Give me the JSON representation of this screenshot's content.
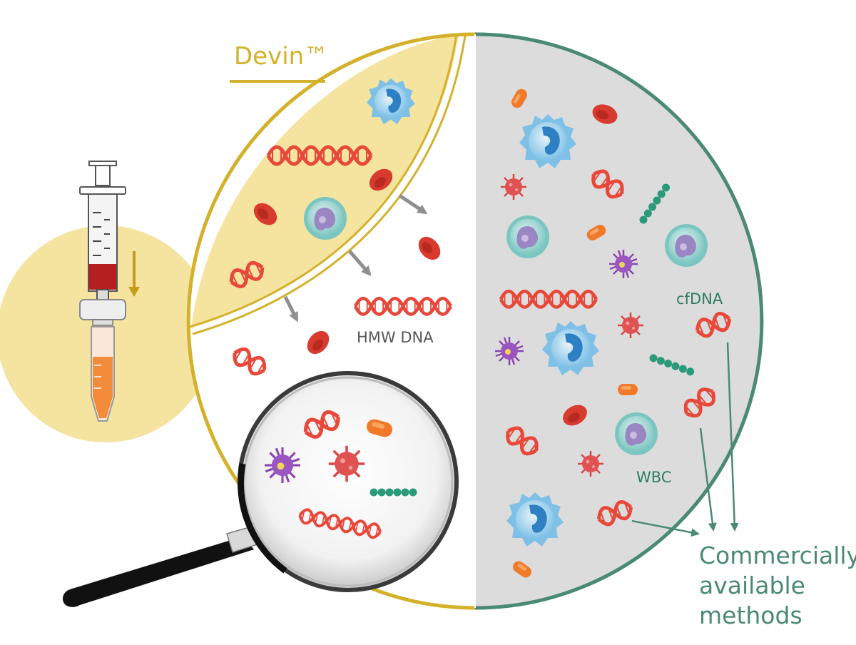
{
  "brand": {
    "name": "Devin™"
  },
  "labels": {
    "hmw_dna": "HMW DNA",
    "cfdna": "cfDNA",
    "wbc": "WBC",
    "commercial_line1": "Commercially",
    "commercial_line2": "available",
    "commercial_line3": "methods"
  },
  "colors": {
    "devin_gold": "#d4b12a",
    "devin_fill": "#f5e3a0",
    "commercial_green": "#4a8a74",
    "commercial_fill": "#dcdcdc",
    "dna_red": "#e8483a",
    "wbc_blue": "#3e8fd0",
    "strep_green": "#2a9a78",
    "virus_purple": "#8b46b0"
  },
  "icons": [
    "syringe-filter-icon",
    "magnifying-glass-icon",
    "dna-icon",
    "white-blood-cell-icon",
    "red-blood-cell-icon",
    "virus-icon",
    "bacteria-icon",
    "flow-arrow-icon"
  ]
}
